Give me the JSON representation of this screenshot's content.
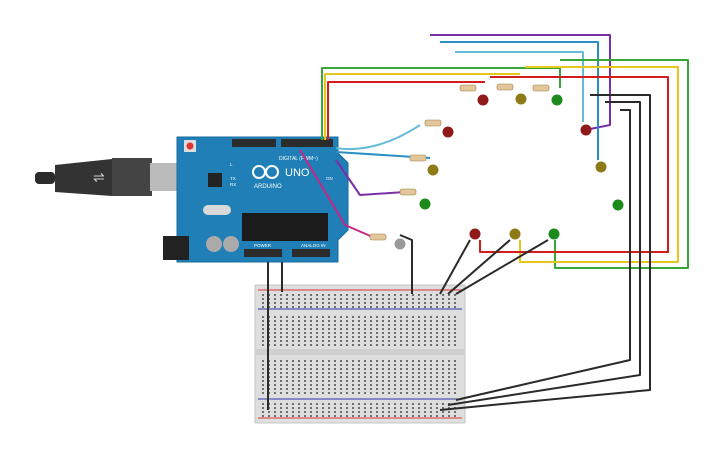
{
  "board": {
    "brand": "ARDUINO",
    "model": "UNO",
    "digital_header": "DIGITAL (PWM~)",
    "power_header": "POWER",
    "analog_header": "ANALOG IN",
    "led_on": "ON",
    "led_tx": "TX",
    "led_rx": "RX",
    "led_l": "L"
  },
  "colors": {
    "board": "#1f7fb6",
    "breadboard": "#dedede",
    "wire_purple": "#7a2ea8",
    "wire_blue": "#2a8fc4",
    "wire_lightblue": "#62bcd8",
    "wire_green": "#3aa63a",
    "wire_yellow": "#e4c81c",
    "wire_red": "#d31c1c",
    "wire_black": "#2a2a2a",
    "wire_magenta": "#c72687",
    "led_red": "#8e1a1a",
    "led_yellow": "#8f7a18",
    "led_green": "#1d8a1d",
    "led_white": "#9a9a9a"
  },
  "icons": [
    "usb-cable-icon",
    "arduino-logo-icon",
    "reset-button-icon"
  ]
}
